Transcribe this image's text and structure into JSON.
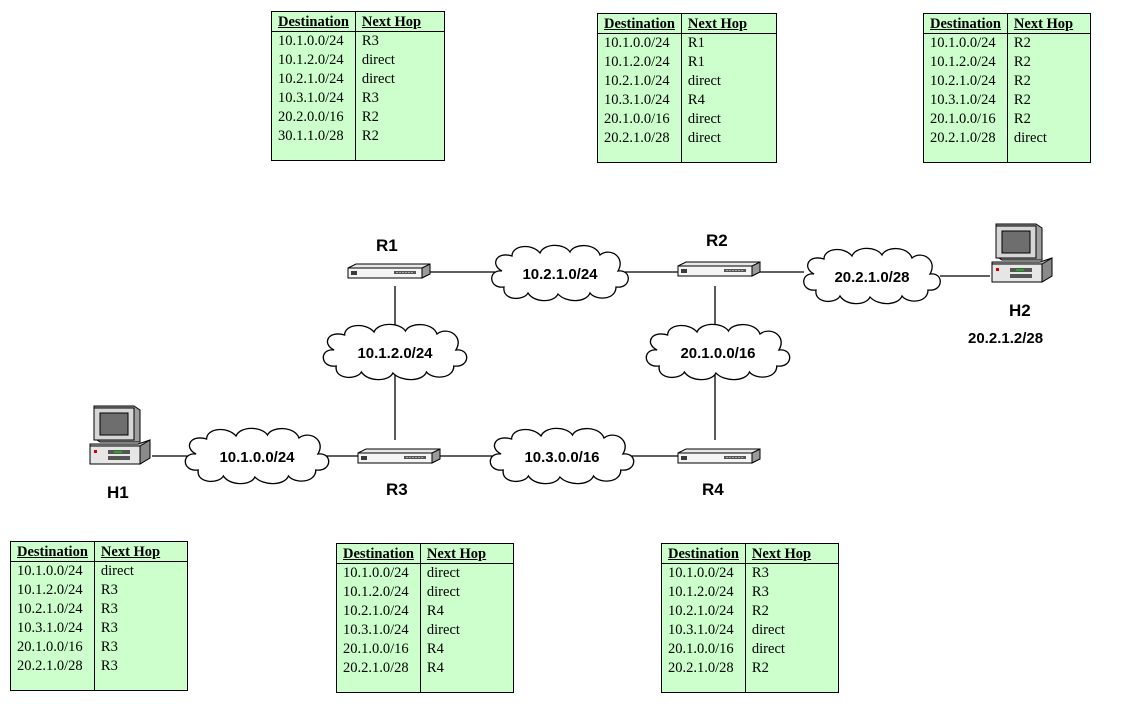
{
  "headers": {
    "destination": "Destination",
    "next_hop": "Next Hop"
  },
  "nodes": {
    "r1": "R1",
    "r2": "R2",
    "r3": "R3",
    "r4": "R4",
    "h1": "H1",
    "h2": "H2",
    "h2_address": "20.2.1.2/28"
  },
  "networks": {
    "n_10_2_1": "10.2.1.0/24",
    "n_20_2_1": "20.2.1.0/28",
    "n_10_1_2": "10.1.2.0/24",
    "n_20_1_0": "20.1.0.0/16",
    "n_10_1_0": "10.1.0.0/24",
    "n_10_3_0": "10.3.0.0/16"
  },
  "tables": {
    "r1": [
      [
        "10.1.0.0/24",
        "R3"
      ],
      [
        "10.1.2.0/24",
        "direct"
      ],
      [
        "10.2.1.0/24",
        "direct"
      ],
      [
        "10.3.1.0/24",
        "R3"
      ],
      [
        "20.2.0.0/16",
        "R2"
      ],
      [
        "30.1.1.0/28",
        "R2"
      ]
    ],
    "r2": [
      [
        "10.1.0.0/24",
        "R1"
      ],
      [
        "10.1.2.0/24",
        "R1"
      ],
      [
        "10.2.1.0/24",
        "direct"
      ],
      [
        "10.3.1.0/24",
        "R4"
      ],
      [
        "20.1.0.0/16",
        "direct"
      ],
      [
        "20.2.1.0/28",
        "direct"
      ]
    ],
    "h2": [
      [
        "10.1.0.0/24",
        "R2"
      ],
      [
        "10.1.2.0/24",
        "R2"
      ],
      [
        "10.2.1.0/24",
        "R2"
      ],
      [
        "10.3.1.0/24",
        "R2"
      ],
      [
        "20.1.0.0/16",
        "R2"
      ],
      [
        "20.2.1.0/28",
        "direct"
      ]
    ],
    "h1": [
      [
        "10.1.0.0/24",
        "direct"
      ],
      [
        "10.1.2.0/24",
        "R3"
      ],
      [
        "10.2.1.0/24",
        "R3"
      ],
      [
        "10.3.1.0/24",
        "R3"
      ],
      [
        "20.1.0.0/16",
        "R3"
      ],
      [
        "20.2.1.0/28",
        "R3"
      ]
    ],
    "r3": [
      [
        "10.1.0.0/24",
        "direct"
      ],
      [
        "10.1.2.0/24",
        "direct"
      ],
      [
        "10.2.1.0/24",
        "R4"
      ],
      [
        "10.3.1.0/24",
        "direct"
      ],
      [
        "20.1.0.0/16",
        "R4"
      ],
      [
        "20.2.1.0/28",
        "R4"
      ]
    ],
    "r4": [
      [
        "10.1.0.0/24",
        "R3"
      ],
      [
        "10.1.2.0/24",
        "R3"
      ],
      [
        "10.2.1.0/24",
        "R2"
      ],
      [
        "10.3.1.0/24",
        "direct"
      ],
      [
        "20.1.0.0/16",
        "direct"
      ],
      [
        "20.2.1.0/28",
        "R2"
      ]
    ]
  },
  "colors": {
    "table_fill": "#ccffcc",
    "line": "#000000",
    "device_dark": "#5a5a5a"
  }
}
